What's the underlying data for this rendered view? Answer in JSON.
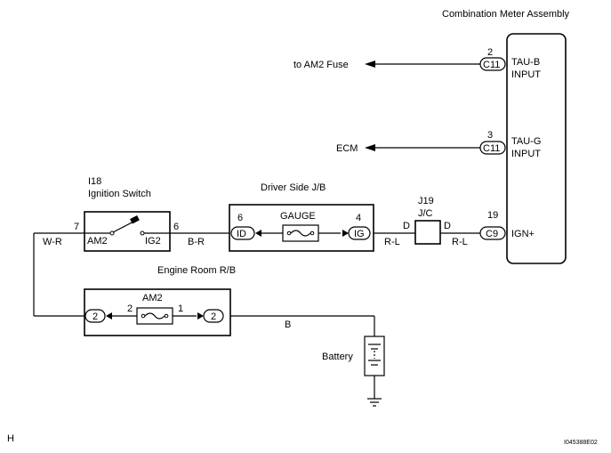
{
  "meter": {
    "title": "Combination Meter Assembly",
    "pins": [
      {
        "pin": "2",
        "connector": "C11",
        "label_line1": "TAU-B",
        "label_line2": "INPUT",
        "dest": "to AM2 Fuse"
      },
      {
        "pin": "3",
        "connector": "C11",
        "label_line1": "TAU-G",
        "label_line2": "INPUT",
        "dest": "ECM"
      },
      {
        "pin": "19",
        "connector": "C9",
        "label_line1": "IGN+",
        "label_line2": ""
      }
    ]
  },
  "ignition_switch": {
    "code": "I18",
    "name": "Ignition Switch",
    "left_pin": "7",
    "right_pin": "6",
    "left_term": "AM2",
    "right_term": "IG2"
  },
  "driver_jb": {
    "title": "Driver Side J/B",
    "left_pin": "6",
    "left_conn": "ID",
    "right_pin": "4",
    "right_conn": "IG",
    "element": "GAUGE"
  },
  "jc": {
    "code": "J19",
    "name": "J/C",
    "left_term": "D",
    "right_term": "D"
  },
  "engine_rb": {
    "title": "Engine Room R/B",
    "fuse": "AM2",
    "left_conn": "2",
    "right_conn": "2",
    "fuse_left_pin": "2",
    "fuse_right_pin": "1"
  },
  "wires": {
    "wr": "W-R",
    "br": "B-R",
    "rl1": "R-L",
    "rl2": "R-L",
    "b": "B"
  },
  "battery": "Battery",
  "footer_left": "H",
  "footer_right": "I045388E02"
}
